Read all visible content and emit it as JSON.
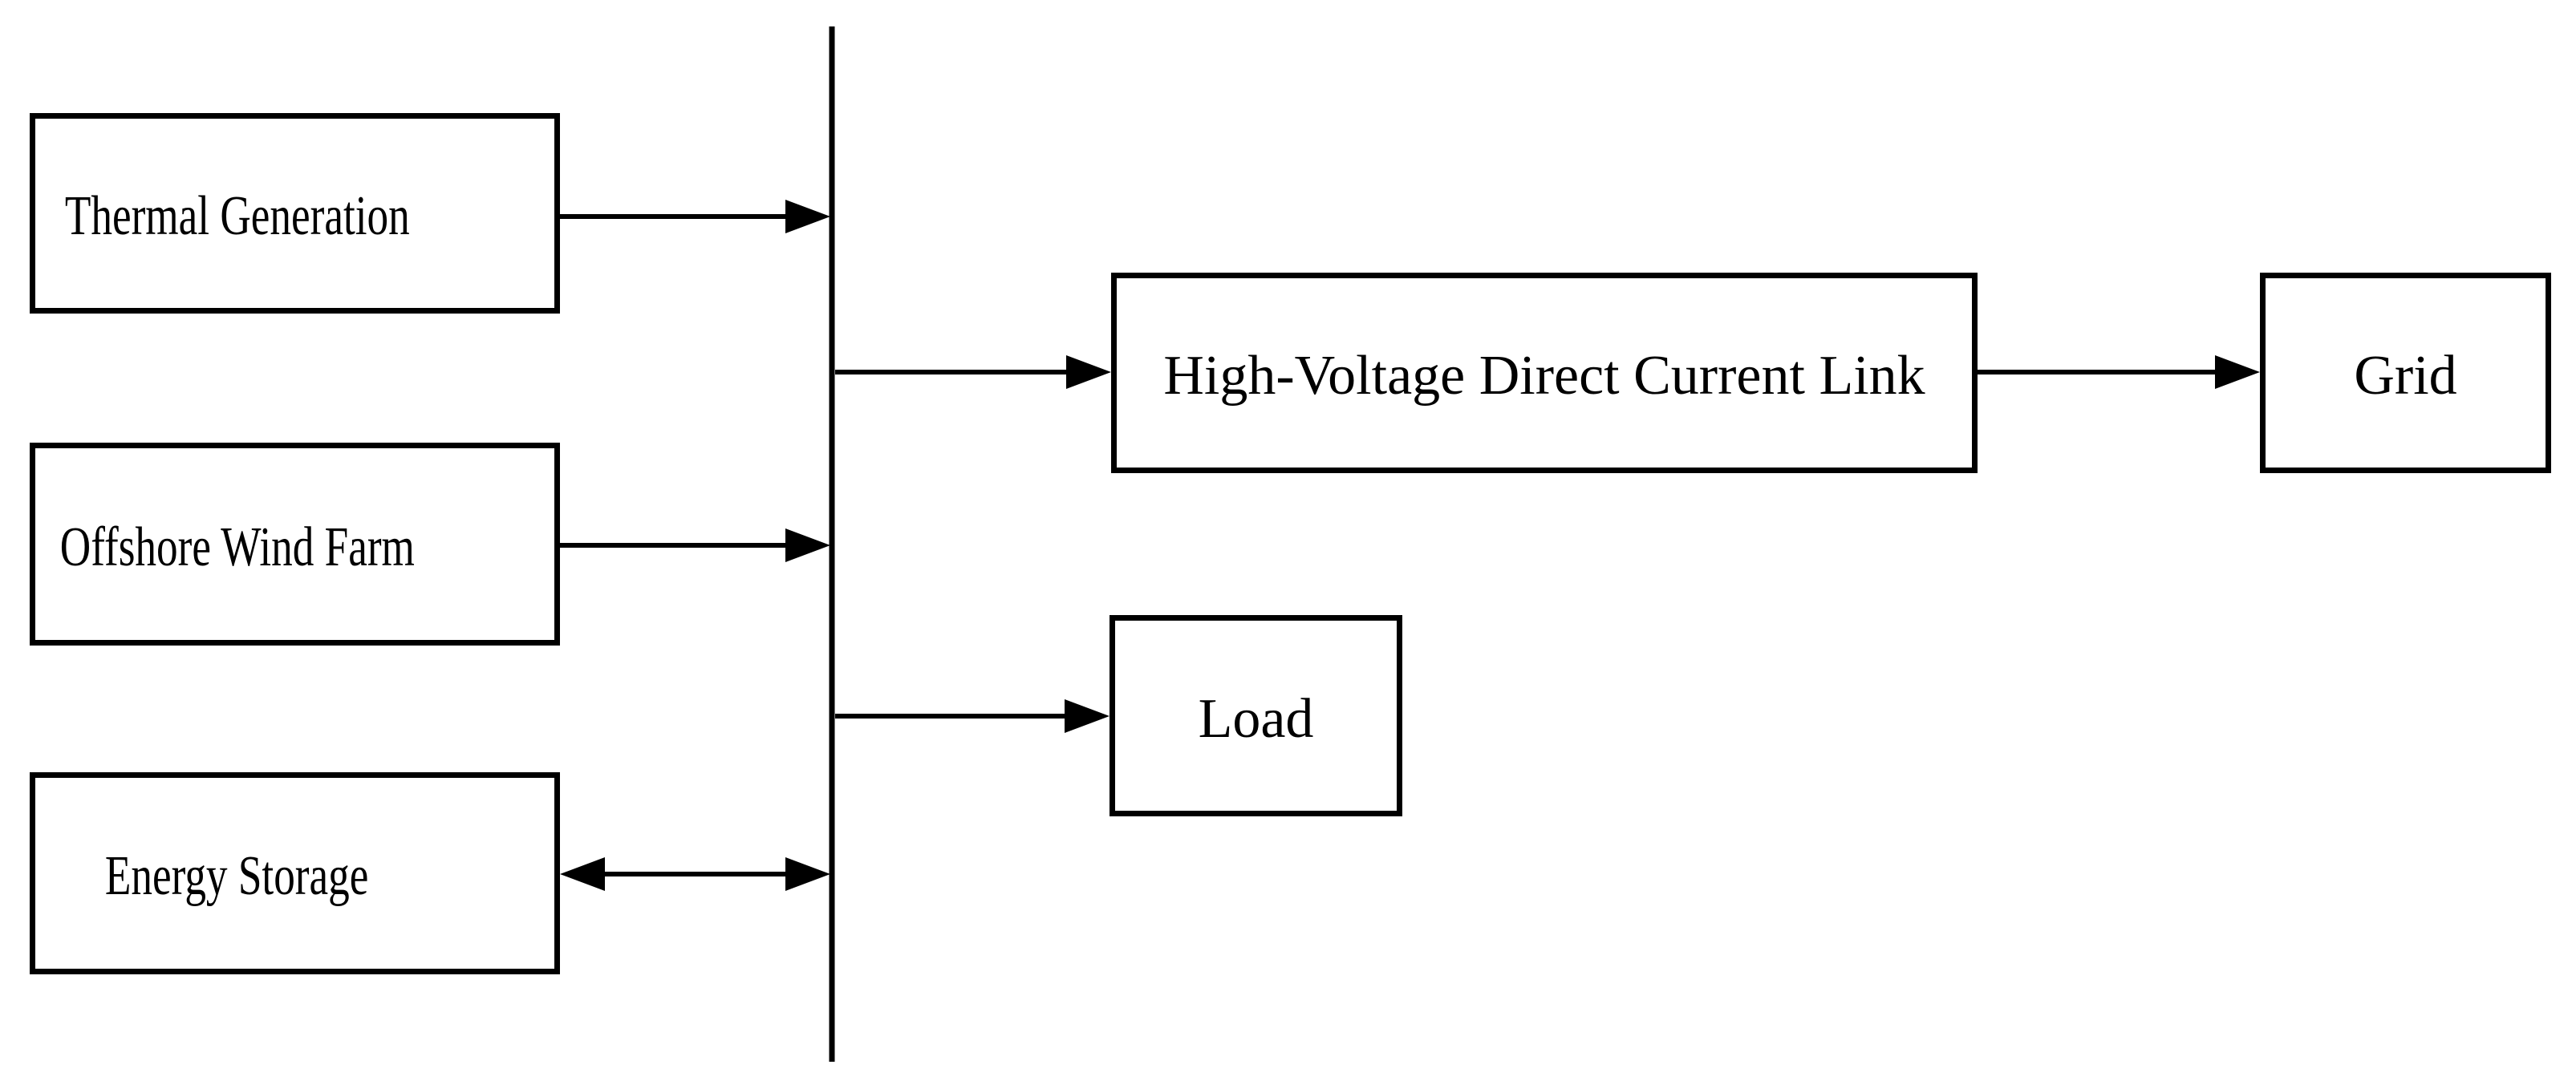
{
  "figure": {
    "type": "block-diagram",
    "background_color": "#ffffff",
    "line_color": "#000000",
    "nodes": [
      {
        "label": "Thermal Generation"
      },
      {
        "label": "Offshore Wind Farm"
      },
      {
        "label": "Energy Storage"
      },
      {
        "label": "High-Voltage Direct Current Link"
      },
      {
        "label": "Grid"
      },
      {
        "label": "Load"
      }
    ],
    "bus": {
      "name": "common bus line"
    },
    "connections": [
      {
        "from": "Thermal Generation",
        "to": "bus",
        "arrow": "one-way"
      },
      {
        "from": "Offshore Wind Farm",
        "to": "bus",
        "arrow": "one-way"
      },
      {
        "from": "Energy Storage",
        "to": "bus",
        "arrow": "two-way"
      },
      {
        "from": "bus",
        "to": "High-Voltage Direct Current Link",
        "arrow": "one-way"
      },
      {
        "from": "bus",
        "to": "Load",
        "arrow": "one-way"
      },
      {
        "from": "High-Voltage Direct Current Link",
        "to": "Grid",
        "arrow": "one-way"
      }
    ]
  }
}
